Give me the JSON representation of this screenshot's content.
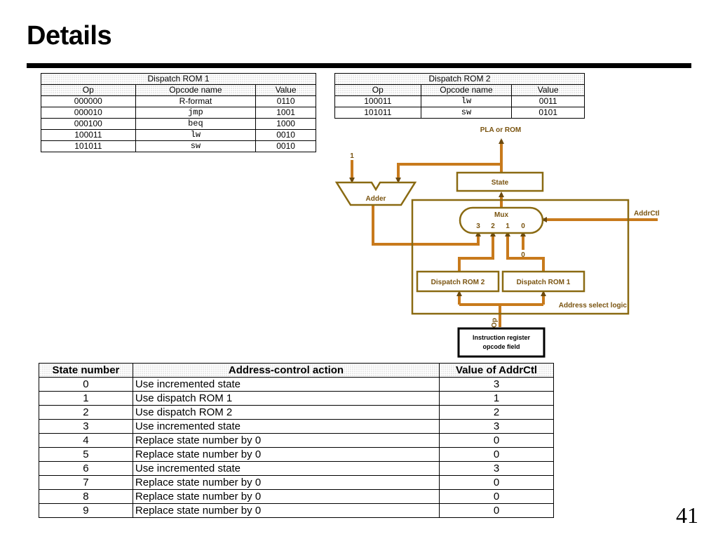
{
  "title": "Details",
  "page_number": "41",
  "rom1": {
    "caption": "Dispatch ROM 1",
    "headers": [
      "Op",
      "Opcode name",
      "Value"
    ],
    "rows": [
      {
        "op": "000000",
        "name": "R-format",
        "value": "0110"
      },
      {
        "op": "000010",
        "name": "jmp",
        "value": "1001"
      },
      {
        "op": "000100",
        "name": "beq",
        "value": "1000"
      },
      {
        "op": "100011",
        "name": "lw",
        "value": "0010"
      },
      {
        "op": "101011",
        "name": "sw",
        "value": "0010"
      }
    ]
  },
  "rom2": {
    "caption": "Dispatch ROM 2",
    "headers": [
      "Op",
      "Opcode name",
      "Value"
    ],
    "rows": [
      {
        "op": "100011",
        "name": "lw",
        "value": "0011"
      },
      {
        "op": "101011",
        "name": "sw",
        "value": "0101"
      }
    ]
  },
  "diagram": {
    "pla_label": "PLA or ROM",
    "one_label": "1",
    "state_label": "State",
    "adder_label": "Adder",
    "mux_label": "Mux",
    "mux_inputs": [
      "3",
      "2",
      "1",
      "0"
    ],
    "zero_label": "0",
    "addrctl_label": "AddrCtl",
    "rom2_label": "Dispatch ROM 2",
    "rom1_label": "Dispatch ROM 1",
    "select_logic_label": "Address select logic",
    "op_label": "Op",
    "ir_label_line1": "Instruction register",
    "ir_label_line2": "opcode field",
    "colors": {
      "wire": "#c87a1c",
      "wire_dark": "#6b4a10",
      "box": "#8a6a12",
      "label": "#7a5410"
    }
  },
  "state_table": {
    "headers": [
      "State number",
      "Address-control action",
      "Value of AddrCtl"
    ],
    "rows": [
      {
        "state": "0",
        "action": "Use incremented state",
        "value": "3"
      },
      {
        "state": "1",
        "action": "Use dispatch ROM 1",
        "value": "1"
      },
      {
        "state": "2",
        "action": "Use dispatch ROM 2",
        "value": "2"
      },
      {
        "state": "3",
        "action": "Use incremented state",
        "value": "3"
      },
      {
        "state": "4",
        "action": "Replace state number by 0",
        "value": "0"
      },
      {
        "state": "5",
        "action": "Replace state number by 0",
        "value": "0"
      },
      {
        "state": "6",
        "action": "Use incremented state",
        "value": "3"
      },
      {
        "state": "7",
        "action": "Replace state number by 0",
        "value": "0"
      },
      {
        "state": "8",
        "action": "Replace state number by 0",
        "value": "0"
      },
      {
        "state": "9",
        "action": "Replace state number by 0",
        "value": "0"
      }
    ]
  }
}
